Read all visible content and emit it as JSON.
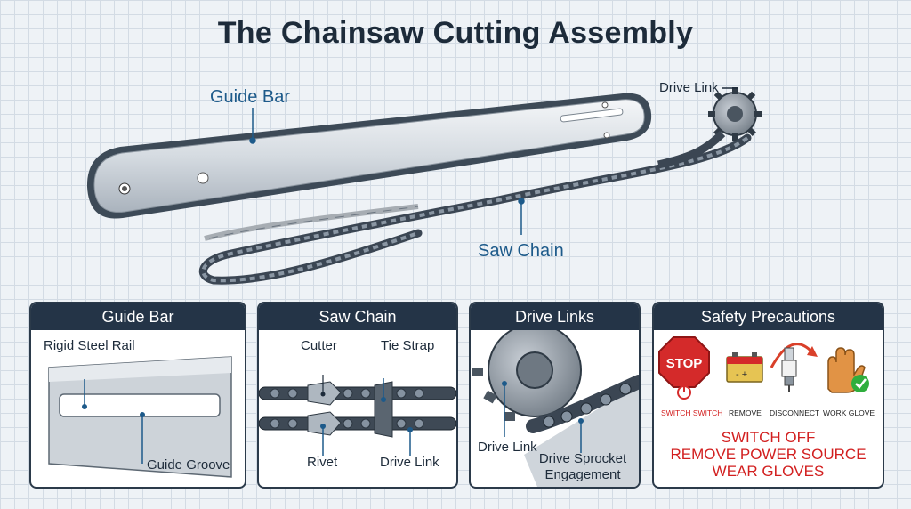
{
  "title": "The Chainsaw Cutting Assembly",
  "callouts": {
    "guide_bar": "Guide Bar",
    "drive_link": "Drive Link",
    "saw_chain": "Saw Chain"
  },
  "panels": {
    "guide_bar": {
      "heading": "Guide Bar",
      "rigid_rail": "Rigid Steel Rail",
      "guide_groove": "Guide Groove"
    },
    "saw_chain": {
      "heading": "Saw Chain",
      "cutter": "Cutter",
      "tie_strap": "Tie Strap",
      "rivet": "Rivet",
      "drive_link": "Drive Link"
    },
    "drive_links": {
      "heading": "Drive Links",
      "drive_link": "Drive Link",
      "sprocket_line1": "Drive Sprocket",
      "sprocket_line2": "Engagement"
    },
    "safety": {
      "heading": "Safety Precautions",
      "stop_sign": "STOP",
      "icons": [
        {
          "caption": "SWITCH SWITCH",
          "icon": "stop-sign-icon"
        },
        {
          "caption": "REMOVE",
          "icon": "battery-icon"
        },
        {
          "caption": "DISCONNECT",
          "icon": "spark-plug-icon"
        },
        {
          "caption": "WORK GLOVE",
          "icon": "work-glove-icon"
        }
      ],
      "warnings": [
        "SWITCH OFF",
        "REMOVE POWER SOURCE",
        "WEAR GLOVES"
      ]
    }
  },
  "colors": {
    "panel_header": "#243447",
    "callout_blue": "#1d5a8a",
    "warning_red": "#d21f1f",
    "stop_red": "#d42a2a",
    "glove_orange": "#e19345",
    "check_green": "#2fae3d"
  }
}
